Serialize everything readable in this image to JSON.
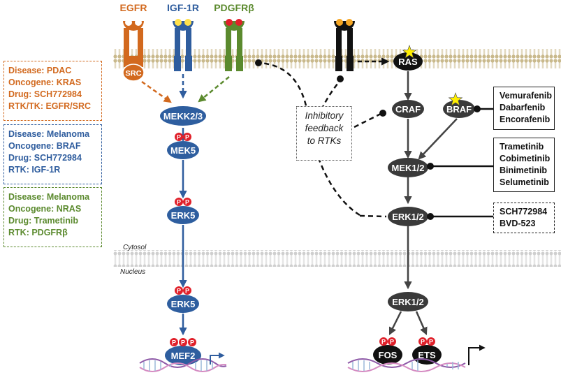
{
  "receptors": {
    "egfr": "EGFR",
    "igf1r": "IGF-1R",
    "pdgfrb": "PDGFRβ"
  },
  "colors": {
    "orange": "#D2691E",
    "blue": "#2F5D9E",
    "green": "#5B8A2E",
    "node_blue": "#2E5E9F",
    "node_dark": "#3A3A3A",
    "phospho": "#E0202A",
    "membrane": "#C9B98C"
  },
  "legend_boxes": [
    {
      "lines": [
        "Disease: PDAC",
        "Oncogene: KRAS",
        "Drug: SCH772984",
        "RTK/TK: EGFR/SRC"
      ]
    },
    {
      "lines": [
        "Disease: Melanoma",
        "Oncogene: BRAF",
        "Drug: SCH772984",
        "RTK: IGF-1R"
      ]
    },
    {
      "lines": [
        "Disease: Melanoma",
        "Oncogene: NRAS",
        "Drug: Trametinib",
        "RTK: PDGFRβ"
      ]
    }
  ],
  "erk5_pathway": {
    "src": "SRC",
    "mekk": "MEKK2/3",
    "mek5": "MEK5",
    "erk5": "ERK5",
    "erk5_nuclear": "ERK5",
    "mef2": "MEF2"
  },
  "mapk_pathway": {
    "ras": "RAS",
    "craf": "CRAF",
    "braf": "BRAF",
    "mek12": "MEK1/2",
    "erk12": "ERK1/2",
    "erk12_nuclear": "ERK1/2",
    "fos": "FOS",
    "ets": "ETS"
  },
  "phospho_label": "P",
  "feedback": [
    "Inhibitory",
    "feedback",
    "to RTKs"
  ],
  "compartments": {
    "cytosol": "Cytosol",
    "nucleus": "Nucleus"
  },
  "drug_boxes": {
    "braf_inhibitors": [
      "Vemurafenib",
      "Dabarfenib",
      "Encorafenib"
    ],
    "mek_inhibitors": [
      "Trametinib",
      "Cobimetinib",
      "Binimetinib",
      "Selumetinib"
    ],
    "erk_inhibitors": [
      "SCH772984",
      "BVD-523"
    ]
  }
}
